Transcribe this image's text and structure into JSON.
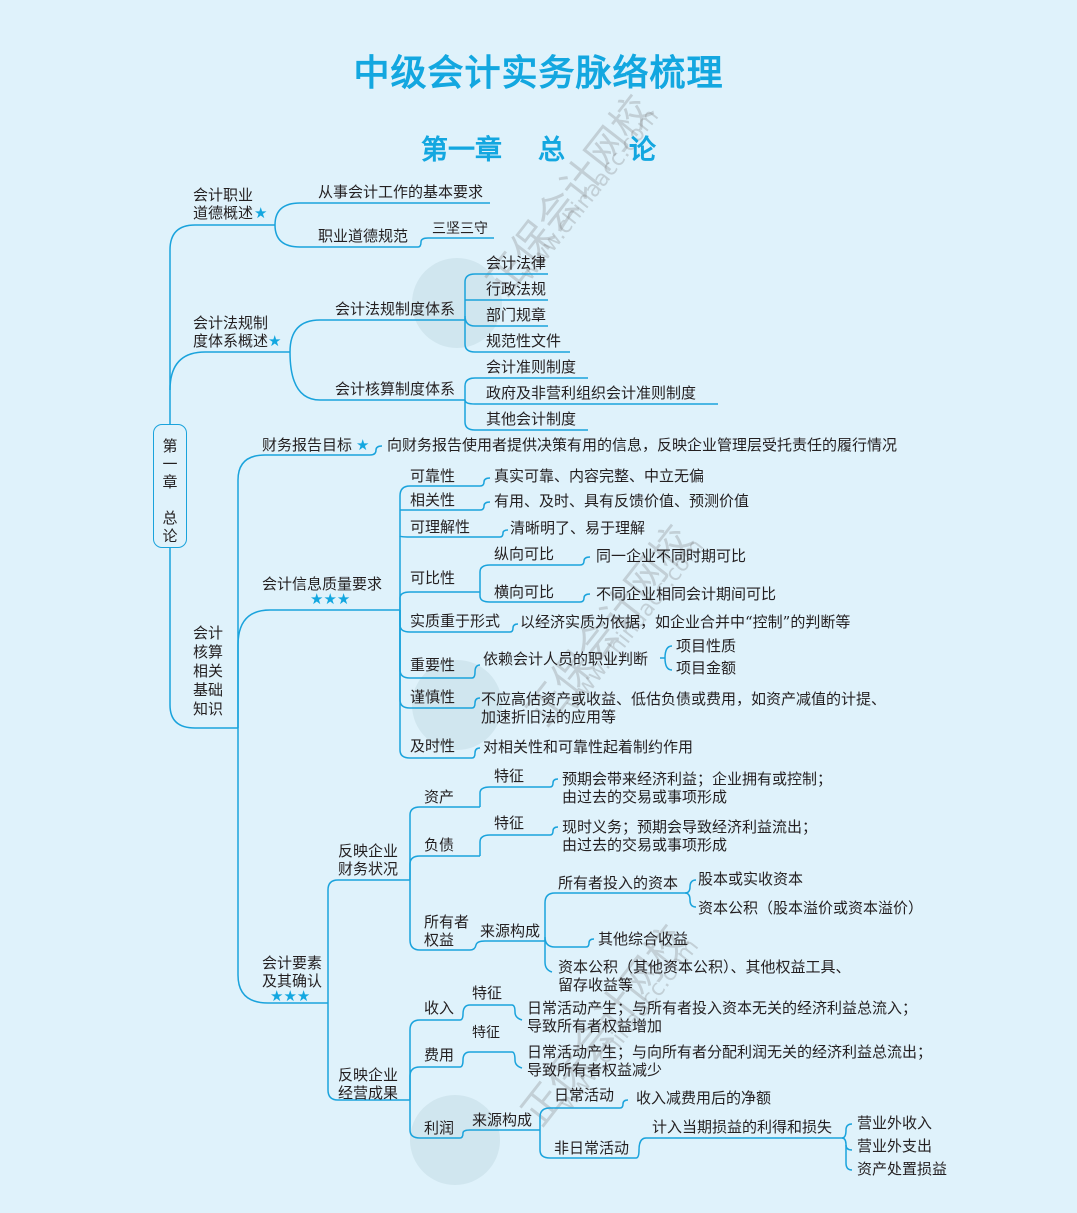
{
  "header": {
    "title": "中级会计实务脉络梳理",
    "chapter_no": "第一章",
    "chapter_name_1": "总",
    "chapter_name_2": "论"
  },
  "root": {
    "label_lines": [
      "第",
      "一",
      "章",
      "",
      "总",
      "论"
    ],
    "label": "第一章 总论"
  },
  "watermark": {
    "text_cn": "正保会计网校",
    "text_url": "www.chinaacc.com"
  },
  "branches": {
    "ethics": {
      "label": "会计职业\n道德概述",
      "stars": "★",
      "children": {
        "basic": "从事会计工作的基本要求",
        "norms": "职业道德规范",
        "norms_detail": "三坚三守"
      }
    },
    "regulation": {
      "label": "会计法规制\n度体系概述",
      "stars": "★",
      "law_system": {
        "label": "会计法规制度体系",
        "items": [
          "会计法律",
          "行政法规",
          "部门规章",
          "规范性文件"
        ]
      },
      "accounting_system": {
        "label": "会计核算制度体系",
        "items": [
          "会计准则制度",
          "政府及非营利组织会计准则制度",
          "其他会计制度"
        ]
      }
    },
    "basics": {
      "label": "会计\n核算\n相关\n基础\n知识",
      "report_goal": {
        "label": "财务报告目标",
        "stars": "★",
        "detail": "向财务报告使用者提供决策有用的信息，反映企业管理层受托责任的履行情况"
      },
      "quality": {
        "label": "会计信息质量要求",
        "stars": "★★★",
        "items": [
          {
            "name": "可靠性",
            "detail": "真实可靠、内容完整、中立无偏"
          },
          {
            "name": "相关性",
            "detail": "有用、及时、具有反馈价值、预测价值"
          },
          {
            "name": "可理解性",
            "detail": "清晰明了、易于理解"
          },
          {
            "name": "可比性",
            "sub": [
              {
                "name": "纵向可比",
                "detail": "同一企业不同时期可比"
              },
              {
                "name": "横向可比",
                "detail": "不同企业相同会计期间可比"
              }
            ]
          },
          {
            "name": "实质重于形式",
            "detail": "以经济实质为依据，如企业合并中“控制”的判断等"
          },
          {
            "name": "重要性",
            "detail": "依赖会计人员的职业判断",
            "sub": [
              "项目性质",
              "项目金额"
            ]
          },
          {
            "name": "谨慎性",
            "detail": "不应高估资产或收益、低估负债或费用，如资产减值的计提、\n加速折旧法的应用等"
          },
          {
            "name": "及时性",
            "detail": "对相关性和可靠性起着制约作用"
          }
        ]
      },
      "elements": {
        "label": "会计要素\n及其确认",
        "stars": "★★★",
        "financial_position": {
          "label": "反映企业\n财务状况",
          "asset": {
            "name": "资产",
            "feature": "特征",
            "detail": "预期会带来经济利益；企业拥有或控制；\n由过去的交易或事项形成"
          },
          "liability": {
            "name": "负债",
            "feature": "特征",
            "detail": "现时义务；预期会导致经济利益流出；\n由过去的交易或事项形成"
          },
          "equity": {
            "name": "所有者\n权益",
            "source": "来源构成",
            "owner_capital": "所有者投入的资本",
            "owner_capital_items": [
              "股本或实收资本",
              "资本公积（股本溢价或资本溢价）"
            ],
            "oci": "其他综合收益",
            "others": "资本公积（其他资本公积）、其他权益工具、\n留存收益等"
          }
        },
        "operating_results": {
          "label": "反映企业\n经营成果",
          "revenue": {
            "name": "收入",
            "feature": "特征",
            "detail": "日常活动产生；与所有者投入资本无关的经济利益总流入；\n导致所有者权益增加"
          },
          "expense": {
            "name": "费用",
            "feature": "特征",
            "detail": "日常活动产生；与向所有者分配利润无关的经济利益总流出；\n导致所有者权益减少"
          },
          "profit": {
            "name": "利润",
            "source": "来源构成",
            "daily": "日常活动",
            "daily_detail": "收入减费用后的净额",
            "non_daily": "非日常活动",
            "non_daily_detail": "计入当期损益的利得和损失",
            "non_daily_items": [
              "营业外收入",
              "营业外支出",
              "资产处置损益"
            ]
          }
        }
      }
    }
  },
  "colors": {
    "background": "#dff2fb",
    "accent": "#13a7e0",
    "line": "#1aa3dc",
    "text": "#231f20"
  }
}
